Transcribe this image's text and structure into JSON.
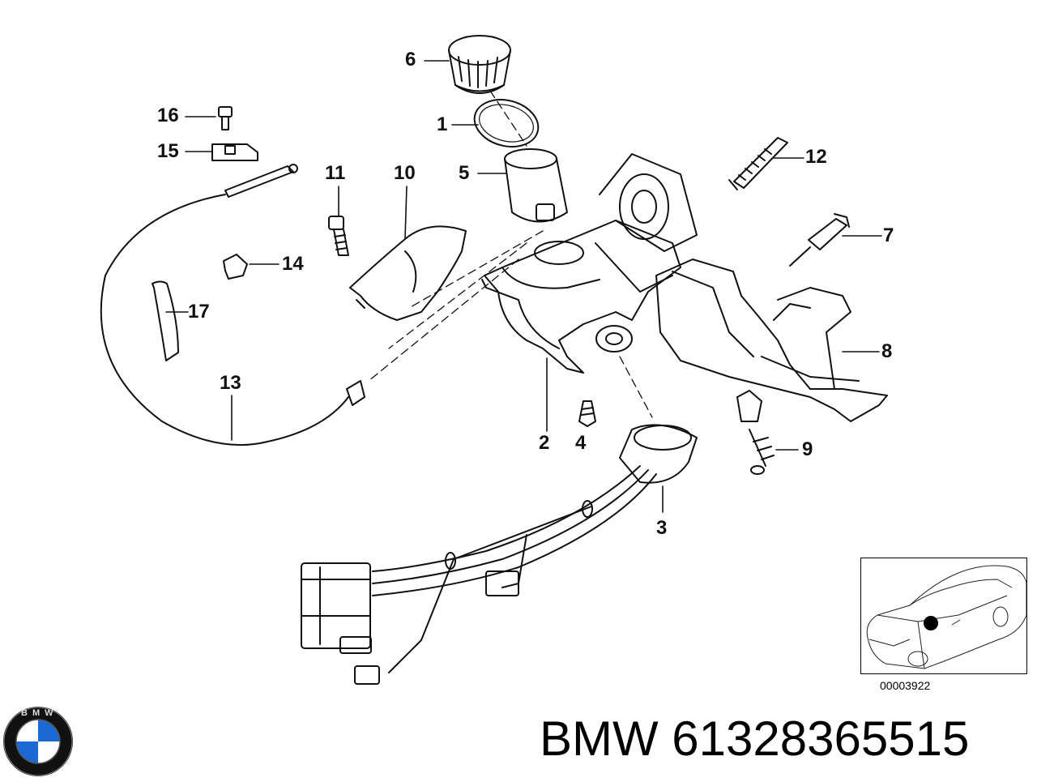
{
  "callouts": [
    {
      "id": "1",
      "label": "1"
    },
    {
      "id": "2",
      "label": "2"
    },
    {
      "id": "3",
      "label": "3"
    },
    {
      "id": "4",
      "label": "4"
    },
    {
      "id": "5",
      "label": "5"
    },
    {
      "id": "6",
      "label": "6"
    },
    {
      "id": "7",
      "label": "7"
    },
    {
      "id": "8",
      "label": "8"
    },
    {
      "id": "9",
      "label": "9"
    },
    {
      "id": "10",
      "label": "10"
    },
    {
      "id": "11",
      "label": "11"
    },
    {
      "id": "12",
      "label": "12"
    },
    {
      "id": "13",
      "label": "13"
    },
    {
      "id": "14",
      "label": "14"
    },
    {
      "id": "15",
      "label": "15"
    },
    {
      "id": "16",
      "label": "16"
    },
    {
      "id": "17",
      "label": "17"
    }
  ],
  "inset": {
    "reference": "00003922"
  },
  "footer": {
    "brand_text": "BMW 61328365515",
    "logo_letters": "BMW"
  },
  "colors": {
    "line": "#111111",
    "background": "#ffffff",
    "logo_blue": "#1c69d4"
  }
}
